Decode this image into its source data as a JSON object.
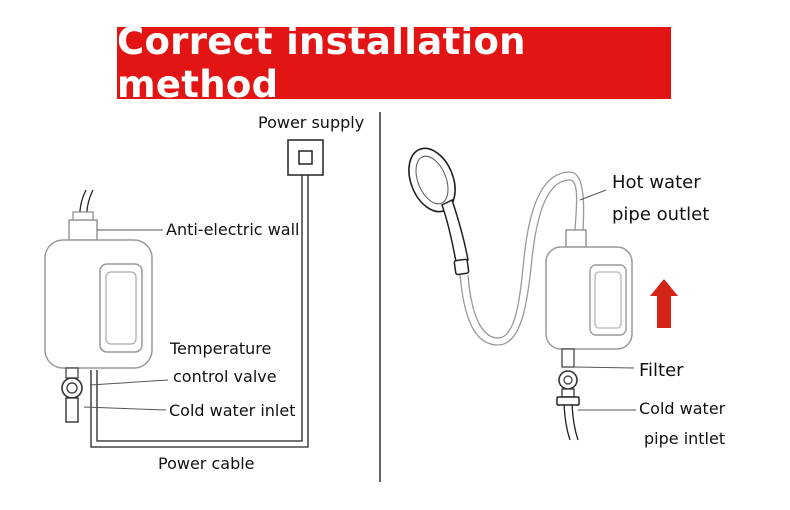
{
  "title": "Correct installation method",
  "left_panel": {
    "power_supply": "Power supply",
    "anti_electric_wall": "Anti-electric wall",
    "temperature_control_valve_line1": "Temperature",
    "temperature_control_valve_line2": "control valve",
    "cold_water_inlet": "Cold water inlet",
    "power_cable": "Power cable"
  },
  "right_panel": {
    "hot_water_line1": "Hot water",
    "hot_water_line2": "pipe outlet",
    "filter": "Filter",
    "cold_water_line1": "Cold water",
    "cold_water_line2": "pipe intlet"
  },
  "colors": {
    "banner": "#e21414",
    "arrow": "#d42418",
    "line": "#222222"
  },
  "icons": [
    "shower-head-icon",
    "up-arrow-icon",
    "power-socket-icon",
    "heater-unit-icon"
  ]
}
